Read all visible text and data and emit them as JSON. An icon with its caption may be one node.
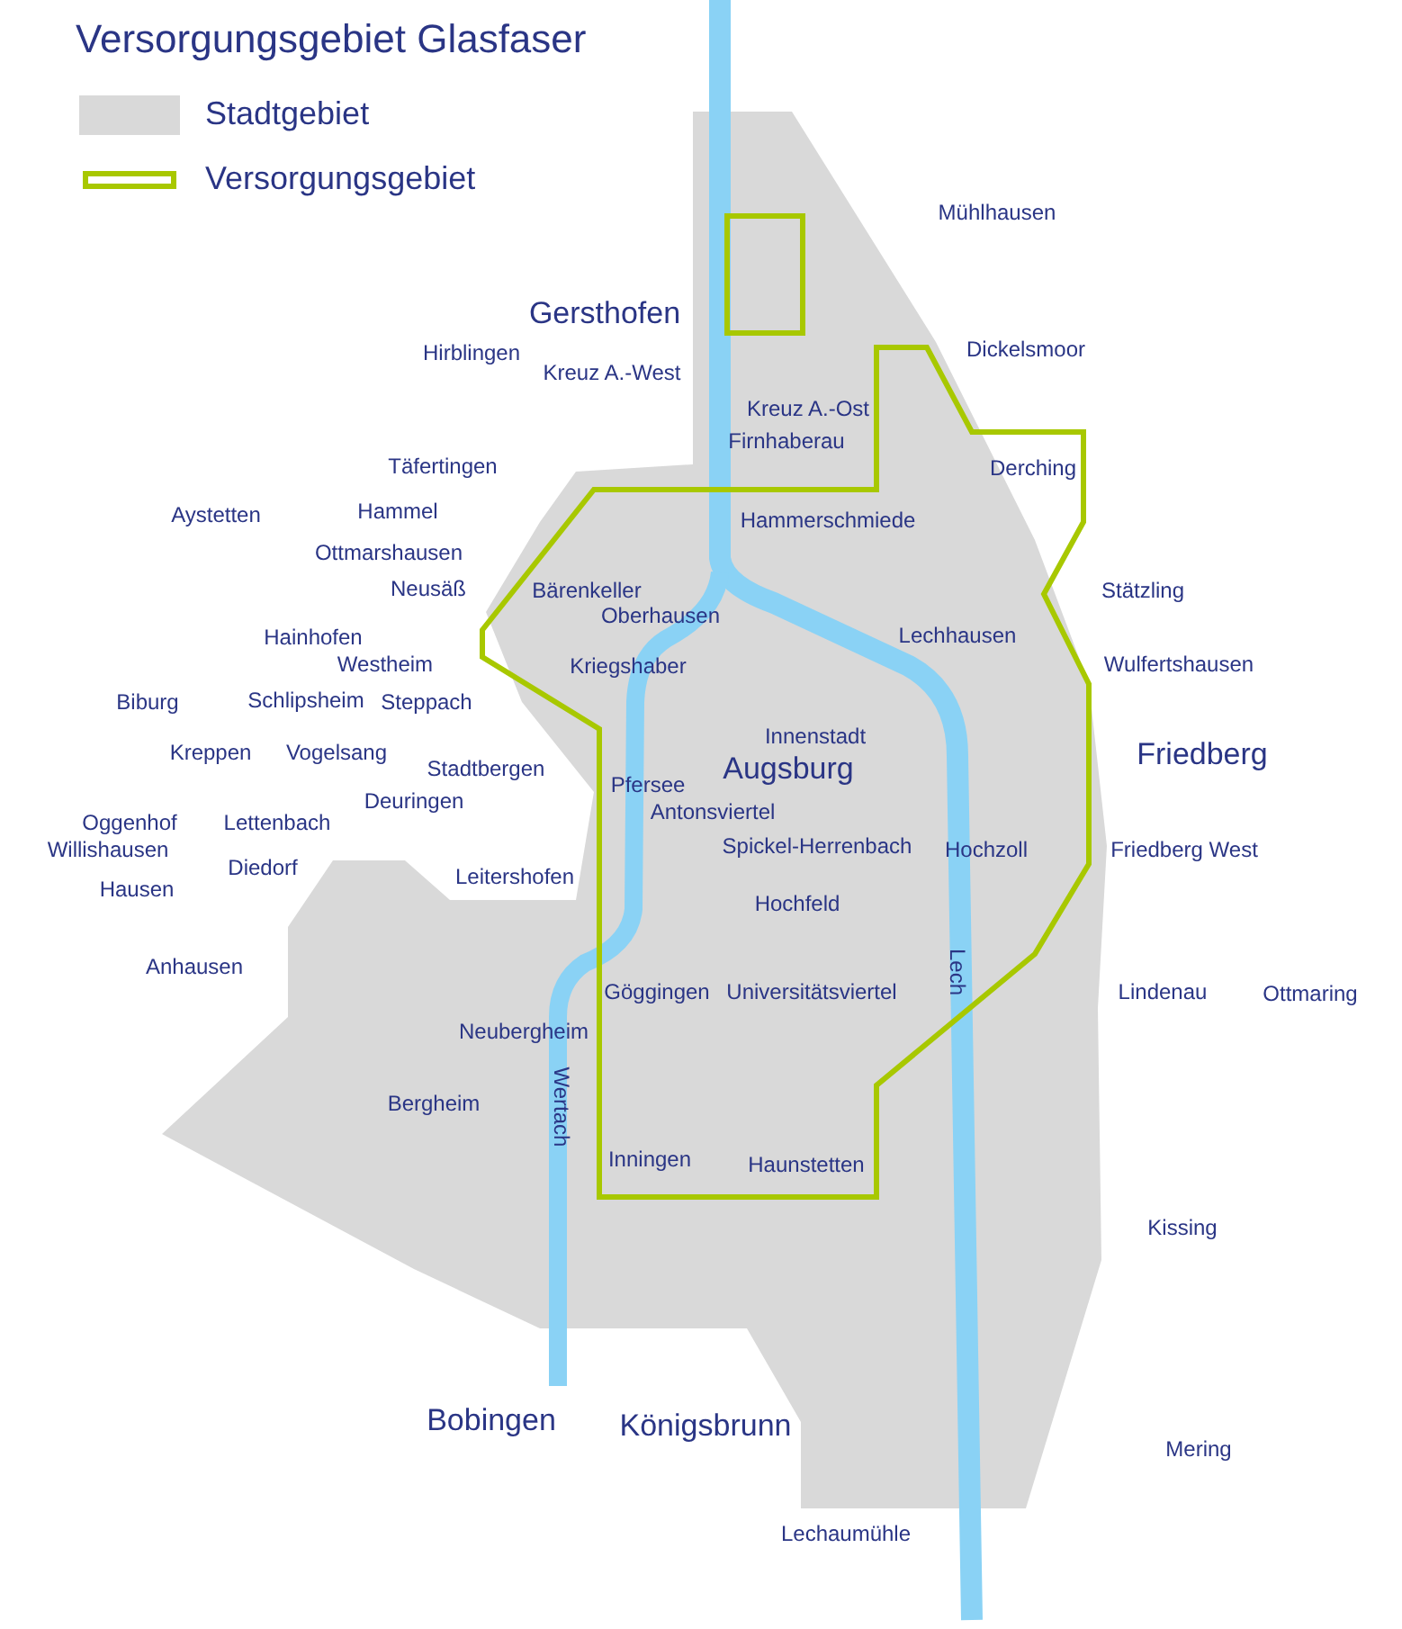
{
  "diagram": {
    "title": "Versorgungsgebiet Glasfaser",
    "labels": [
      "Mühlhausen",
      "Gersthofen",
      "Hirblingen",
      "Kreuz A.-West",
      "Dickelsmoor",
      "Kreuz A.-Ost",
      "Firnhaberau",
      "Täfertingen",
      "Derching",
      "Aystetten",
      "Hammel",
      "Hammerschmiede",
      "Ottmarshausen",
      "Neusäß",
      "Bärenkeller",
      "Stätzling",
      "Oberhausen",
      "Hainhofen",
      "Lechhausen",
      "Westheim",
      "Kriegshaber",
      "Wulfertshausen",
      "Biburg",
      "Schlipsheim",
      "Steppach",
      "Innenstadt",
      "Kreppen",
      "Vogelsang",
      "Friedberg",
      "Stadtbergen",
      "Augsburg",
      "Pfersee",
      "Deuringen",
      "Antonsviertel",
      "Oggenhof",
      "Lettenbach",
      "Willishausen",
      "Spickel-Herrenbach",
      "Hochzoll",
      "Friedberg West",
      "Diedorf",
      "Leitershofen",
      "Hausen",
      "Hochfeld",
      "Anhausen",
      "Göggingen",
      "Universitätsviertel",
      "Lindenau",
      "Ottmaring",
      "Neubergheim",
      "Bergheim",
      "Inningen",
      "Haunstetten",
      "Kissing",
      "Bobingen",
      "Königsbrunn",
      "Mering",
      "Lechaumühle",
      "Lech",
      "Wertach"
    ],
    "legend": [
      {
        "text": "Stadtgebiet",
        "color": "#d9d9d9"
      },
      {
        "text": "Versorgungsgebiet"
      }
    ]
  }
}
